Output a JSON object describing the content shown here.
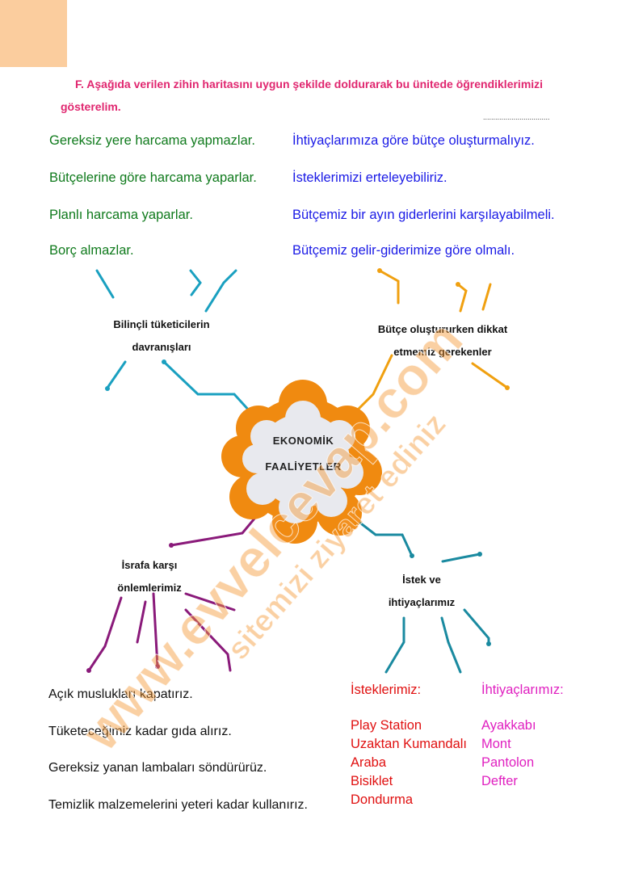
{
  "instruction": {
    "line1": "F. Aşağıda verilen zihin haritasını uygun şekilde doldurarak bu ünitede öğrendiklerimizi",
    "line2": "gösterelim.",
    "dots": "................................."
  },
  "left_answers": [
    "Gereksiz yere harcama yapmazlar.",
    "Bütçelerine göre harcama yaparlar.",
    "Planlı harcama yaparlar.",
    "Borç almazlar."
  ],
  "right_answers": [
    "İhtiyaçlarımıza göre bütçe oluşturmalıyız.",
    "İsteklerimizi erteleyebiliriz.",
    "Bütçemiz bir ayın giderlerini karşılayabilmeli.",
    "Bütçemiz gelir-giderimize göre olmalı."
  ],
  "center": {
    "line1": "EKONOMİK",
    "line2": "FAALİYETLER"
  },
  "nodes": {
    "consumers": {
      "line1": "Bilinçli tüketicilerin",
      "line2": "davranışları"
    },
    "budget": {
      "line1": "Bütçe oluştururken dikkat",
      "line2": "etmemiz gerekenler"
    },
    "waste": {
      "line1": "İsrafa karşı",
      "line2": "önlemlerimiz"
    },
    "wants": {
      "line1": "İstek ve",
      "line2": "ihtiyaçlarımız"
    }
  },
  "waste_answers": [
    "Açık muslukları kapatırız.",
    "Tüketeceğimiz kadar gıda alırız.",
    "Gereksiz yanan lambaları söndürürüz.",
    "Temizlik malzemelerini yeteri kadar kullanırız."
  ],
  "wants_list": {
    "title": "İsteklerimiz:",
    "items": [
      "Play Station",
      "Uzaktan Kumandalı",
      "Araba",
      "Bisiklet",
      "Dondurma"
    ]
  },
  "needs_list": {
    "title": "İhtiyaçlarımız:",
    "items": [
      "Ayakkabı",
      "Mont",
      "Pantolon",
      "Defter"
    ]
  },
  "watermark": {
    "line1": "www.evvelcevap.com",
    "line2": "sitemizi ziyaret ediniz"
  },
  "colors": {
    "instruction": "#e0266f",
    "green": "#0f7a1c",
    "blue": "#1a1ae6",
    "orange": "#f08a10",
    "teal": "#1aa0c0",
    "purple": "#8a1a7a"
  }
}
